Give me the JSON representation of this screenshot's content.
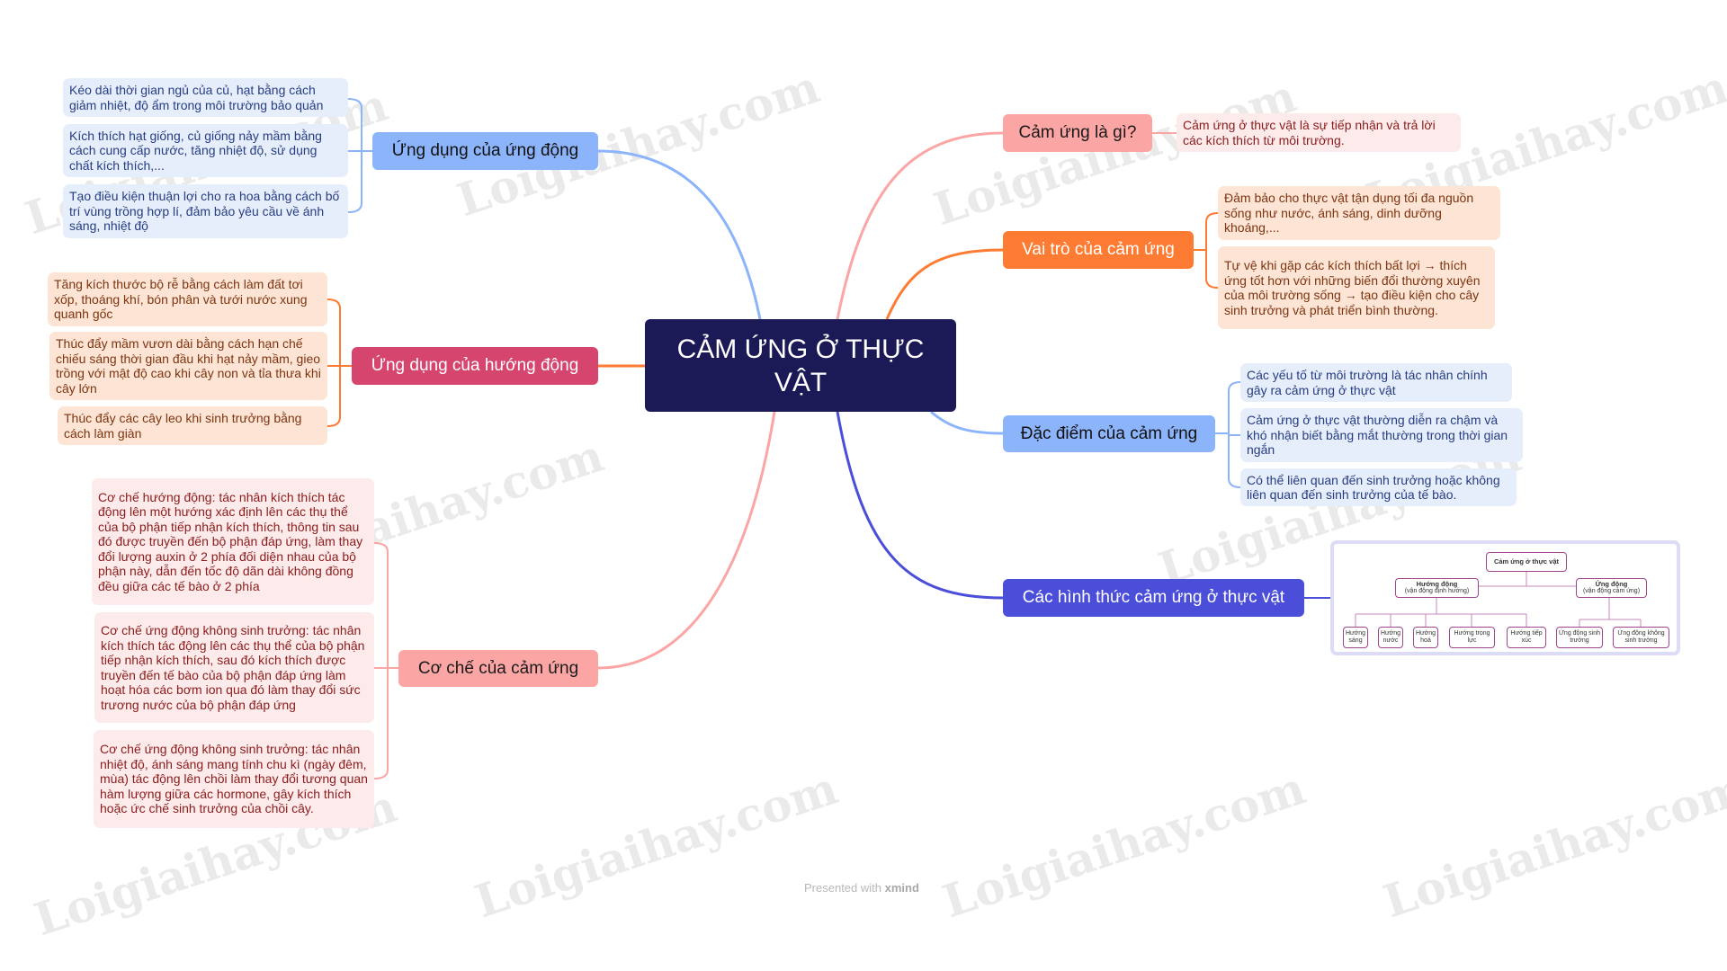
{
  "center": {
    "title": "CẢM ỨNG Ở THỰC VẬT"
  },
  "left": {
    "ung_dung_ung_dong": {
      "label": "Ứng dụng của ứng động",
      "items": [
        "Kéo dài thời gian ngủ của củ, hạt bằng cách giảm nhiệt, độ ẩm trong môi trường bảo quản",
        "Kích thích hạt giống, củ giống nảy mầm bằng cách cung cấp nước, tăng nhiệt độ, sử dụng chất kích thích,...",
        "Tạo điều kiện thuận lợi cho ra hoa bằng cách bố trí vùng trồng hợp lí, đảm bảo yêu cầu về ánh sáng, nhiệt độ"
      ]
    },
    "ung_dung_huong_dong": {
      "label": "Ứng dụng của hướng động",
      "items": [
        "Tăng kích thước bộ rễ bằng cách làm đất tơi xốp, thoáng khí, bón phân và tưới nước xung quanh gốc",
        "Thúc đẩy mầm vươn dài bằng cách hạn chế chiếu sáng thời gian đầu khi hạt nảy mầm, gieo trồng với mật độ cao khi cây non và tỉa thưa khi cây lớn",
        "Thúc đẩy các cây leo khi sinh trưởng bằng cách làm giàn"
      ]
    },
    "co_che": {
      "label": "Cơ chế của cảm ứng",
      "items": [
        "Cơ chế hướng động: tác nhân kích thích tác động lên một hướng xác định lên các thụ thể của bộ phận tiếp nhận kích thích, thông tin sau đó được truyền đến bộ phận đáp ứng, làm thay đổi lượng auxin ở 2 phía đối diện nhau của bộ phận này, dẫn đến tốc độ dãn dài không đồng đều giữa các tế bào ở 2 phía",
        "Cơ chế ứng động không sinh trưởng: tác nhân kích thích tác động lên các thụ thể của bộ phận tiếp nhận kích thích, sau đó kích thích được truyền đến tế bào của bộ phận đáp ứng làm hoạt hóa các bơm ion qua đó làm thay đổi sức trương nước của bộ phận đáp ứng",
        "Cơ chế ứng động không sinh trưởng: tác nhân nhiệt độ, ánh sáng mang tính chu kì (ngày đêm, mùa) tác động lên chồi làm thay đổi tương quan hàm lượng giữa các hormone, gây kích thích hoặc ức chế sinh trưởng của chồi cây."
      ]
    }
  },
  "right": {
    "dinh_nghia": {
      "label": "Cảm ứng là gì?",
      "items": [
        "Cảm ứng ở thực vật là sự tiếp nhận và trả lời các kích thích từ môi trường."
      ]
    },
    "vai_tro": {
      "label": "Vai trò của cảm ứng",
      "items": [
        "Đảm bảo cho thực vật tận dụng tối đa nguồn sống như nước, ánh sáng, dinh dưỡng khoáng,...",
        "Tự vệ khi gặp các kích thích bất lợi → thích ứng tốt hơn với những biến đổi thường xuyên của môi trường sống → tạo điều kiện cho cây sinh trưởng và phát triển bình thường."
      ]
    },
    "dac_diem": {
      "label": "Đặc điểm của cảm ứng",
      "items": [
        "Các yếu tố từ môi trường là tác nhân chính gây ra cảm ứng ở thực vật",
        "Cảm ứng ở thực vật thường diễn ra chậm và khó nhận biết bằng mắt thường trong thời gian ngắn",
        "Có thể liên quan đến sinh trưởng hoặc không liên quan đến sinh trưởng của tế bào."
      ]
    },
    "hinh_thuc": {
      "label": "Các hình thức cảm ứng ở thực vật",
      "image": {
        "root": "Cảm ứng ở thực vật",
        "huong_dong": {
          "title": "Hướng động",
          "sub": "(vận động định hướng)"
        },
        "ung_dong": {
          "title": "Ứng động",
          "sub": "(vận động cảm ứng)"
        },
        "leaves": [
          "Hướng sáng",
          "Hướng nước",
          "Hướng hoá",
          "Hướng trọng lực",
          "Hướng tiếp xúc",
          "Ứng động sinh trưởng",
          "Ứng động không sinh trưởng"
        ]
      }
    }
  },
  "footer": {
    "prefix": "Presented with",
    "brand": "xmind"
  },
  "watermark": "Loigiaihay.com",
  "colors": {
    "center": "#1b1a57",
    "blue": "#8cb4fb",
    "rose": "#d6456e",
    "orange": "#fd7b32",
    "pink": "#fba5a5",
    "indigo": "#4a4ed8"
  }
}
